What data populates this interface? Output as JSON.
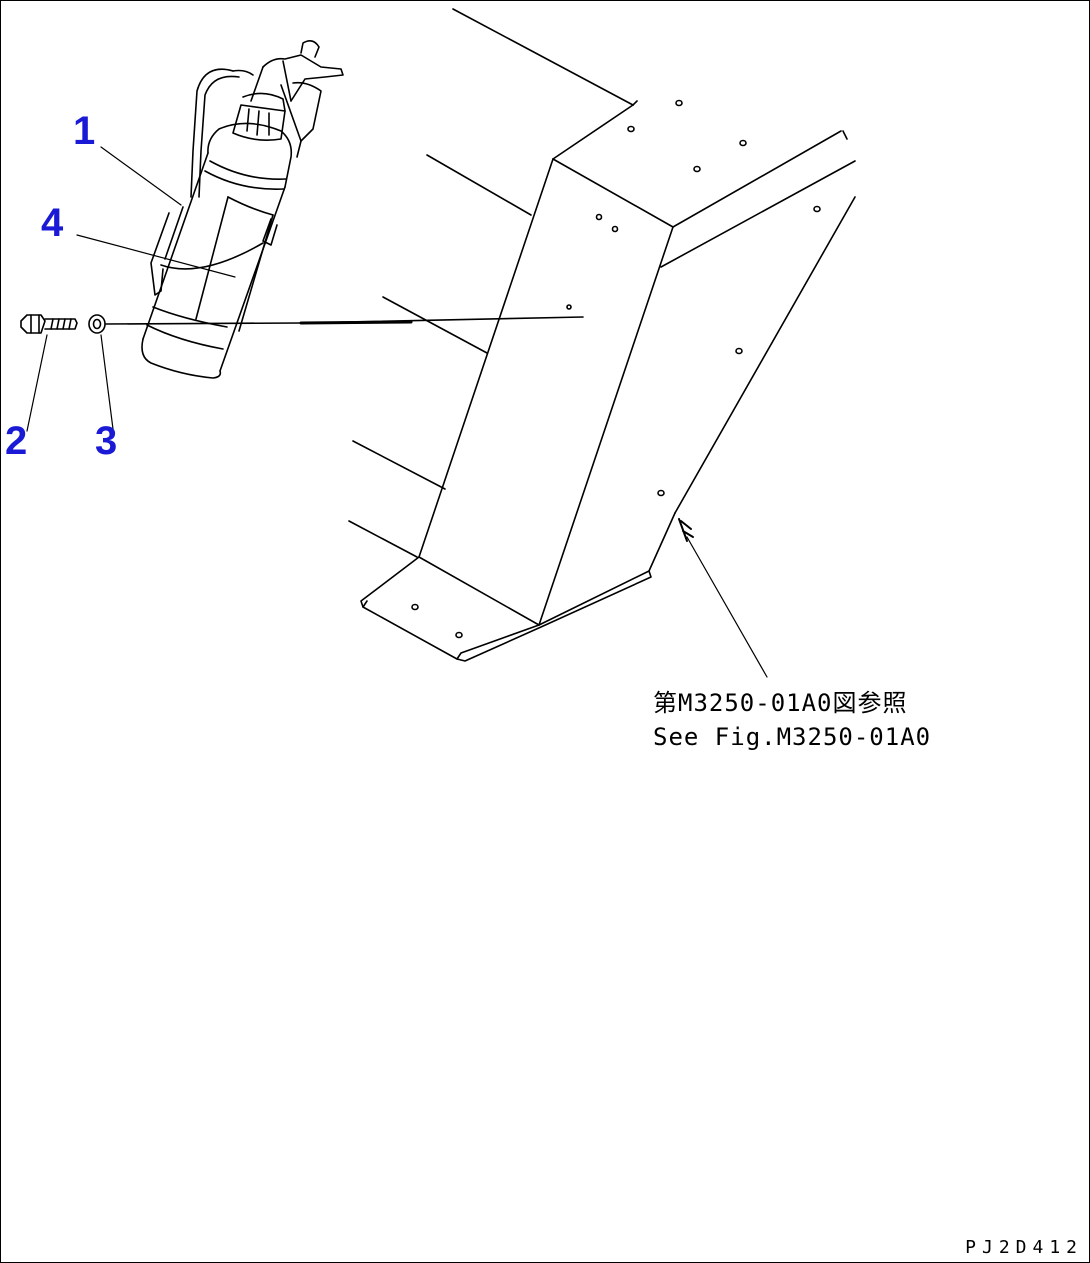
{
  "diagram": {
    "callouts": [
      {
        "id": "1",
        "label": "1"
      },
      {
        "id": "2",
        "label": "2"
      },
      {
        "id": "3",
        "label": "3"
      },
      {
        "id": "4",
        "label": "4"
      }
    ],
    "reference_note": {
      "line_jp": "第M3250-01A0図参照",
      "line_en": "See Fig.M3250-01A0"
    },
    "drawing_code": "PJ2D412",
    "colors": {
      "callout": "#1a1ad6",
      "line": "#000000",
      "background": "#ffffff"
    }
  }
}
